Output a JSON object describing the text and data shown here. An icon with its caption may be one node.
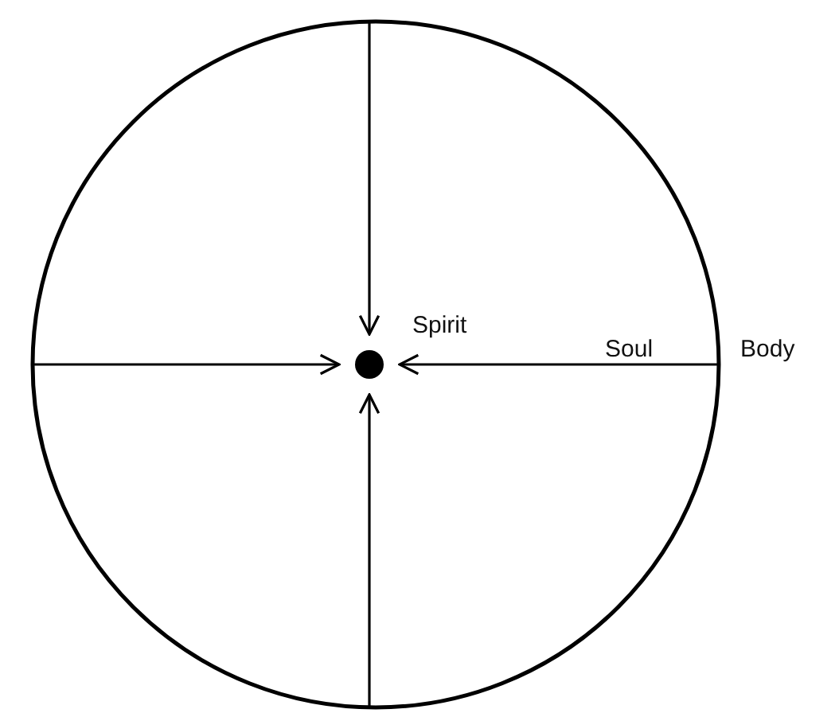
{
  "diagram": {
    "nodes": [
      {
        "text": [
          "Body"
        ]
      },
      {
        "text": [],
        "shape": "circle",
        "in": 0,
        "beside": [
          "Spirit"
        ]
      }
    ],
    "edges": [
      {
        "from": 0,
        "to": 1,
        "arrow": "to"
      },
      {
        "from": 0,
        "to": 1,
        "arrow": "to"
      },
      {
        "from": 0,
        "to": 1,
        "arrow": "to"
      },
      {
        "from": 0,
        "to": 1,
        "arrow": "to"
      }
    ],
    "labels": [
      "Soul"
    ]
  }
}
